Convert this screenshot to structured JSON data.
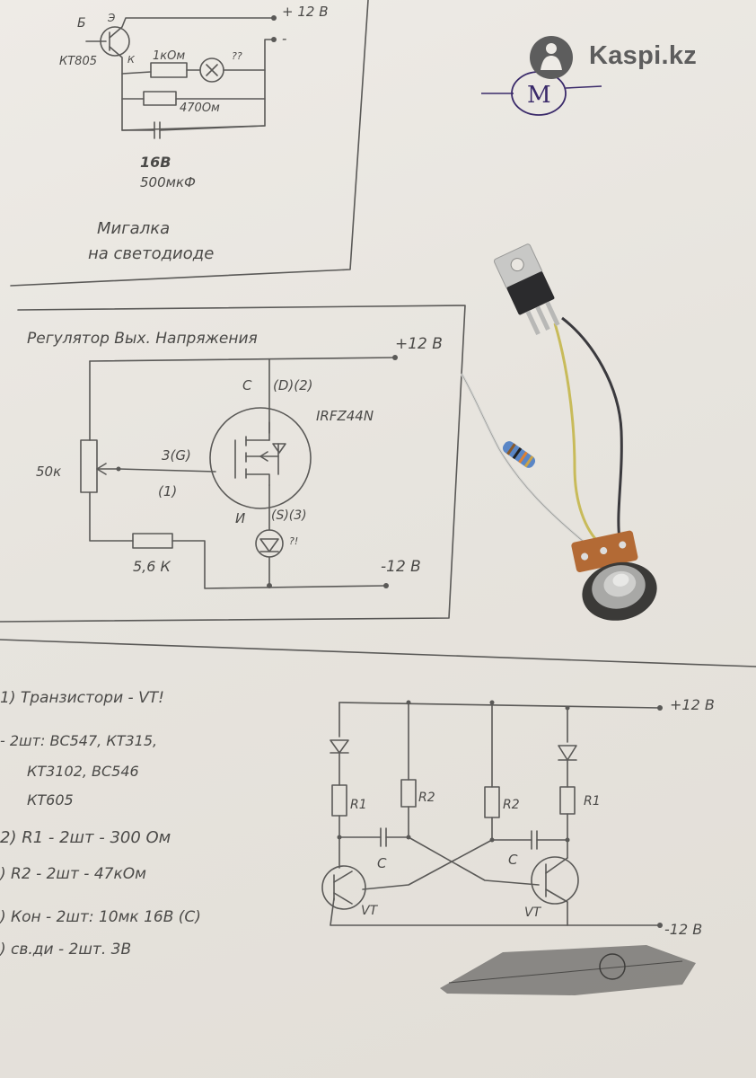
{
  "watermark": {
    "brand": "Kaspi.kz"
  },
  "stamp": {
    "letter": "M"
  },
  "sheet": {
    "flasher": {
      "label_b": "Б",
      "label_e": "Э",
      "label_k": "К",
      "transistor": "КТ805",
      "supply_plus": "+ 12 В",
      "supply_minus": "-",
      "r1": "1кОм",
      "r2": "470Ом",
      "led_mark": "??",
      "cap_voltage": "16В",
      "cap_value": "500мкФ",
      "title_line1": "Мигалка",
      "title_line2": "на светодиоде"
    },
    "regulator": {
      "title": "Регулятор Вых. Напряжения",
      "supply_plus": "+12 В",
      "supply_minus": "-12 В",
      "drain_label": "С",
      "drain_pin": "(D)(2)",
      "mosfet": "IRFZ44N",
      "pot": "50к",
      "gate_pin": "3(G)",
      "gate_pin2": "(1)",
      "source_label": "И",
      "source_pin": "(S)(3)",
      "led_mark": "?!",
      "resistor": "5,6 К"
    },
    "multivibrator": {
      "supply_plus": "+12 В",
      "supply_minus": "-12 В",
      "r1_left": "R1",
      "r2_left": "R2",
      "r2_right": "R2",
      "r1_right": "R1",
      "cap_left": "C",
      "cap_right": "C",
      "vt_left": "VT",
      "vt_right": "VT"
    },
    "parts_list": {
      "line1": "1) Транзистори - VT!",
      "line2": "- 2шт: BC547, КТ315,",
      "line3": "КТ3102, BC546",
      "line4": "КТ605",
      "line5": "2) R1 - 2шт - 300 Ом",
      "line6": ") R2 - 2шт - 47кОм",
      "line7": ") Кон - 2шт: 10мк 16В (С)",
      "line8": ") св.ди - 2шт. 3В"
    }
  }
}
